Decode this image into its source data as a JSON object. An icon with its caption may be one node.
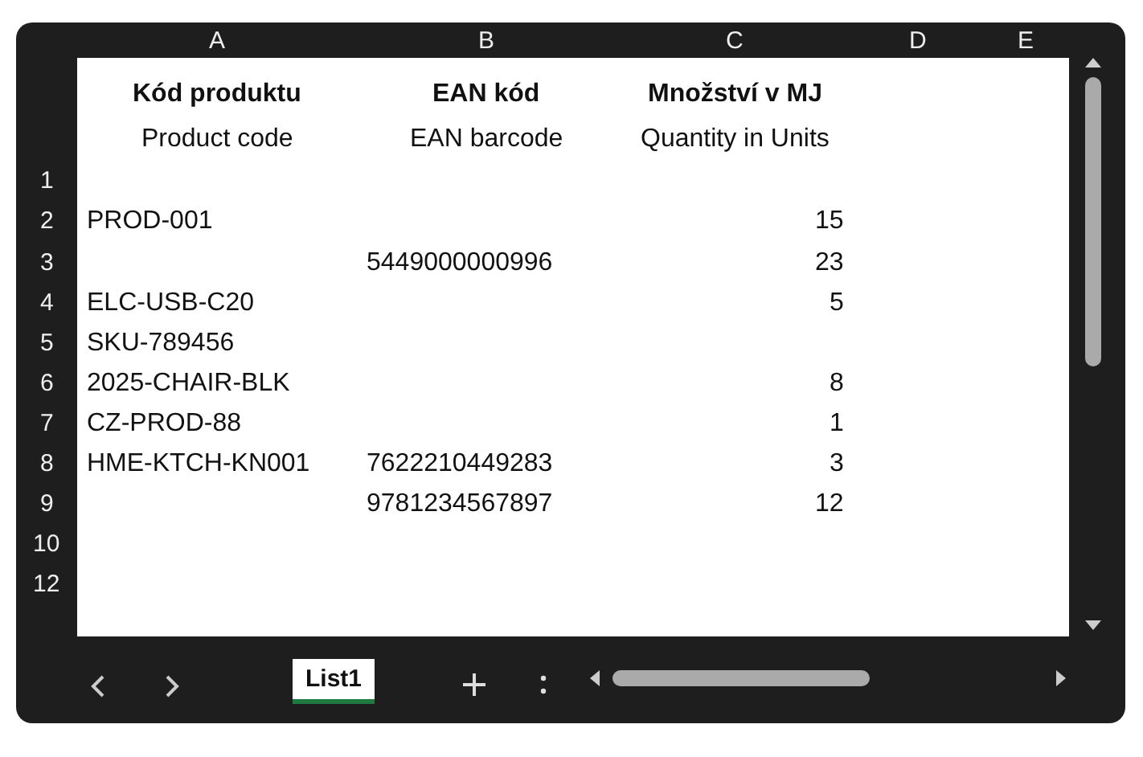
{
  "diagram": {
    "labels": [
      "A",
      "B",
      "C",
      "D",
      "E",
      "1",
      "Kód produktu",
      "Product code",
      "EAN kód",
      "EAN barcode",
      "Množství v MJ",
      "Quantity in Units",
      "2",
      "PROD-001",
      "15",
      "3",
      "5449000000996",
      "23",
      "4",
      "ELC-USB-C20",
      "5",
      "5",
      "SKU-789456",
      "6",
      "2025-CHAIR-BLK",
      "8",
      "7",
      "CZ-PROD-88",
      "1",
      "8",
      "HME-KTCH-KN001",
      "7622210449283",
      "3",
      "9",
      "9781234567897",
      "12",
      "10",
      "12",
      "List1"
    ]
  }
}
